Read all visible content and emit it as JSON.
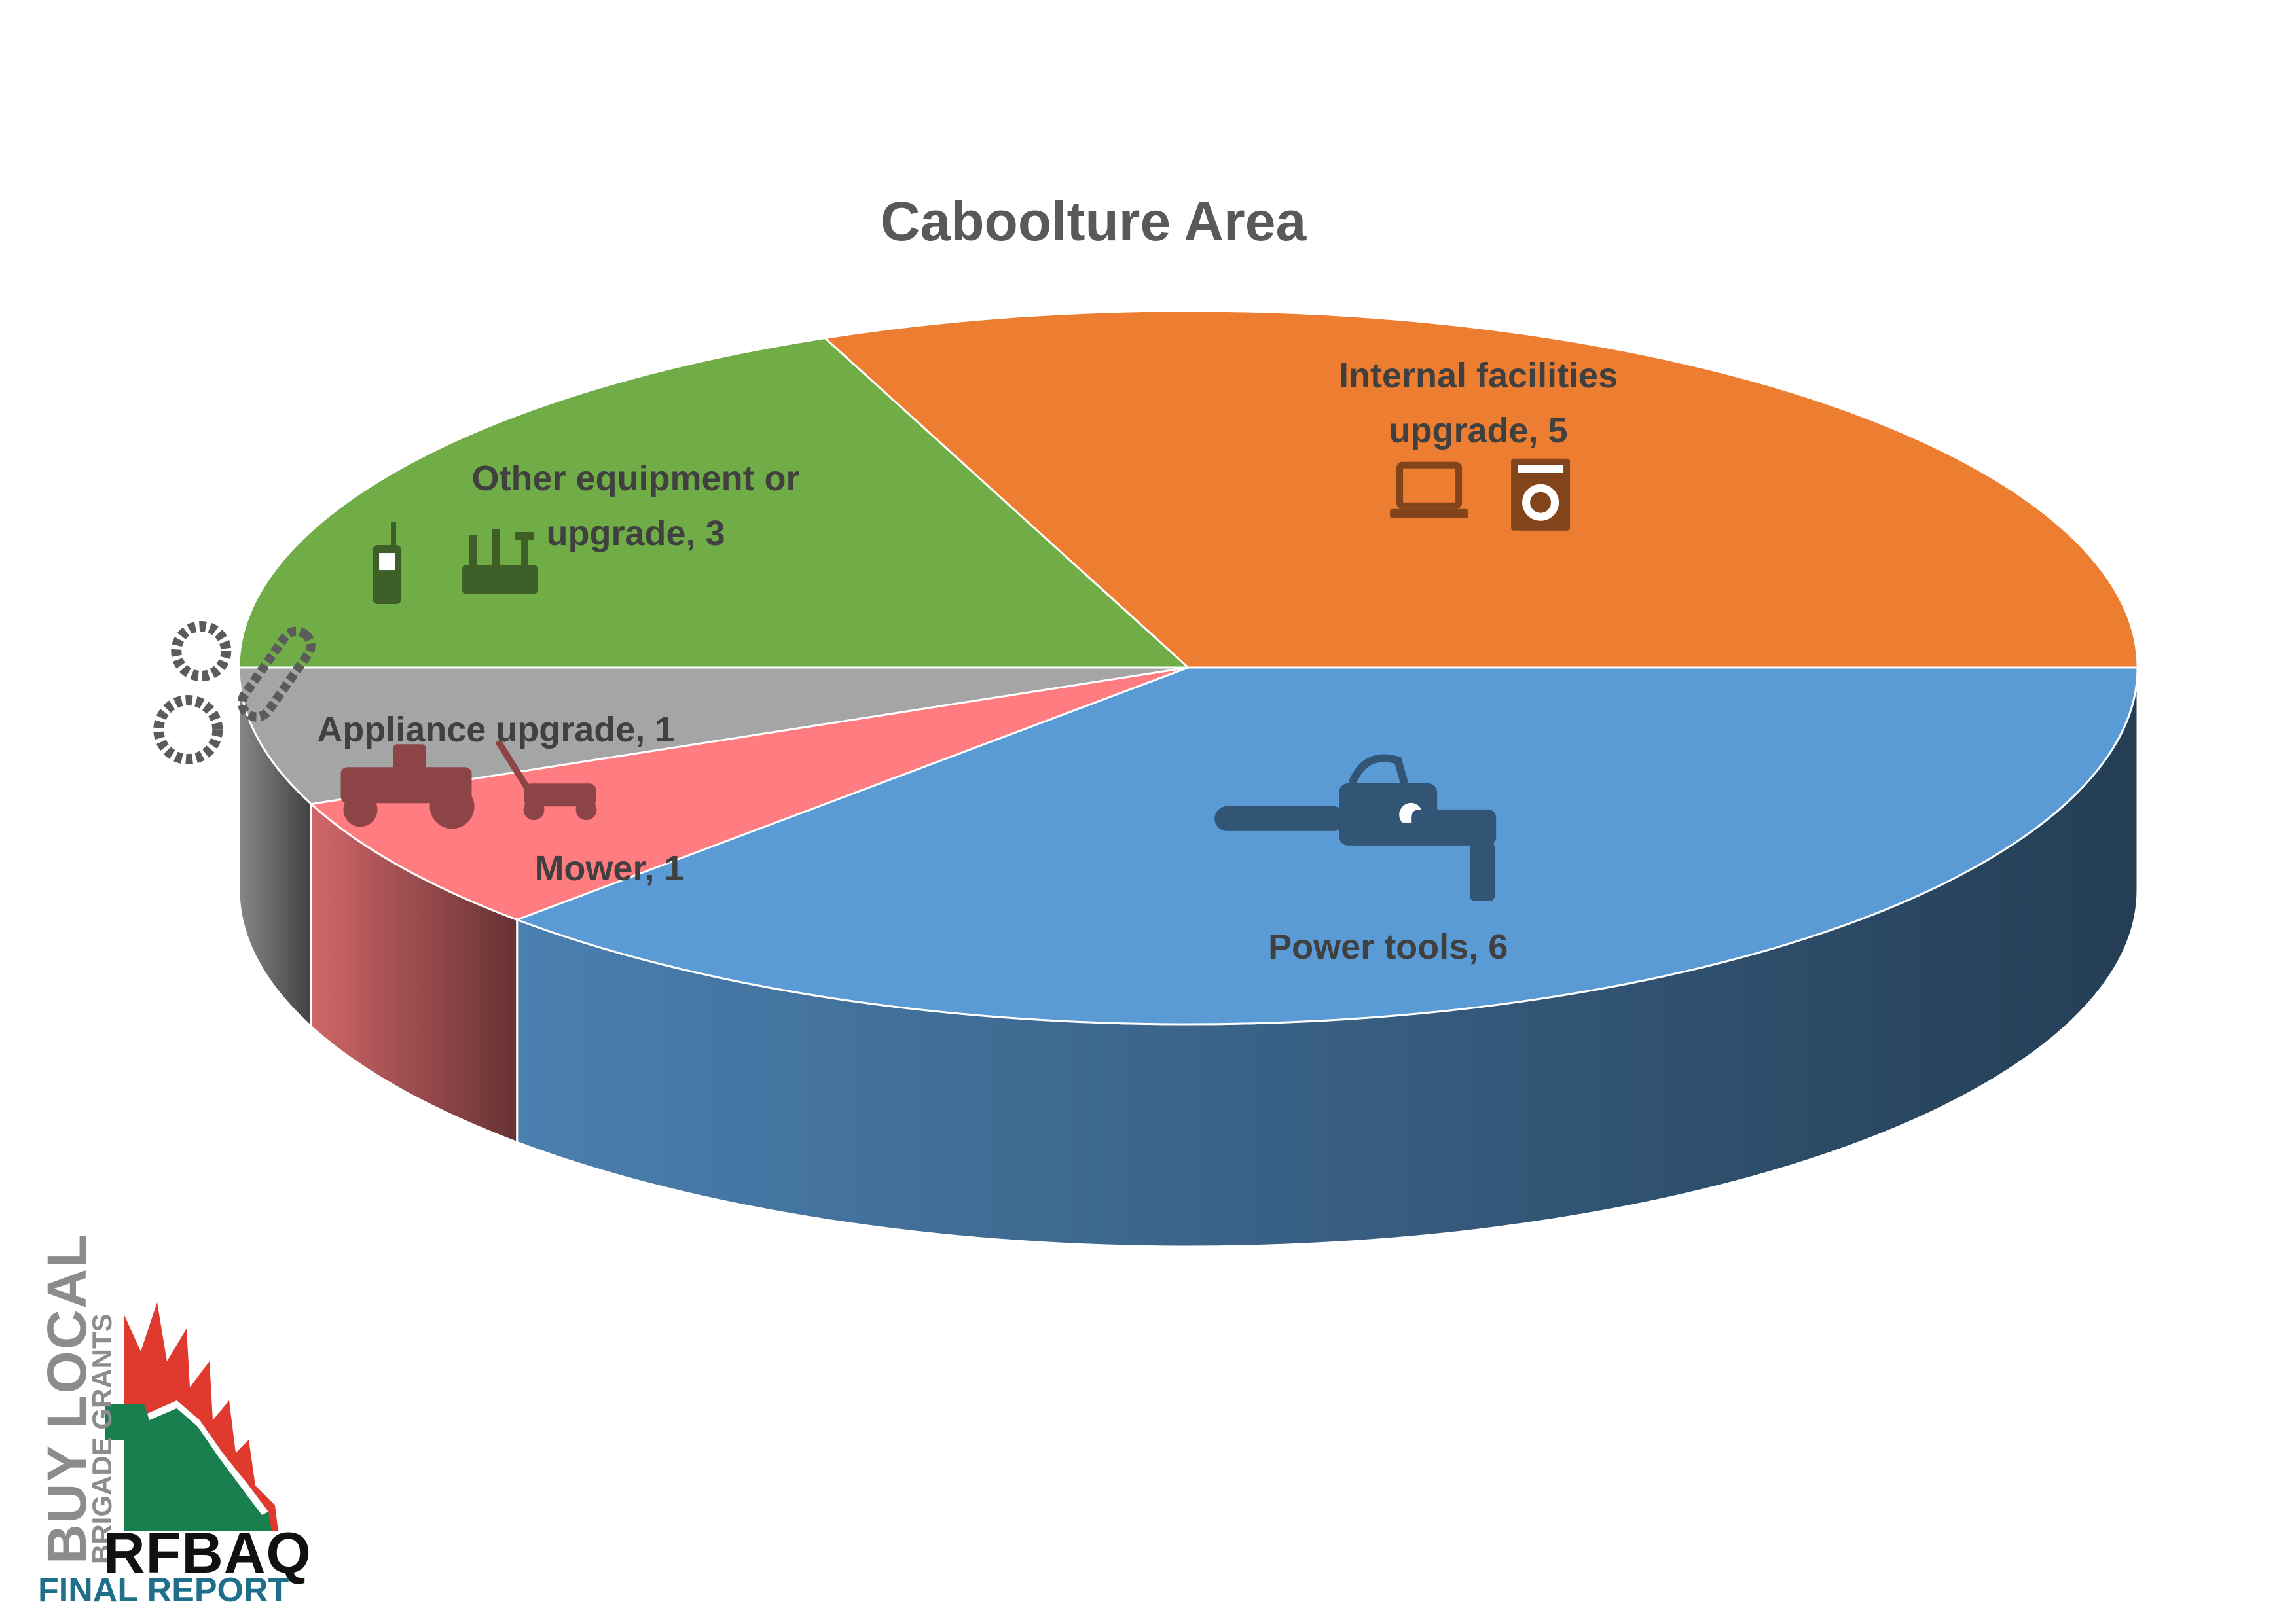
{
  "chart_data": {
    "type": "pie",
    "title": "Caboolture Area",
    "three_d": true,
    "slices": [
      {
        "label": "Power tools",
        "value": 6,
        "color": "#5B9BD5",
        "label_text": "Power tools, 6",
        "icons": [
          "chainsaw-icon",
          "drill-icon"
        ]
      },
      {
        "label": "Mower",
        "value": 1,
        "color": "#FF7C80",
        "label_text": "Mower, 1",
        "icons": [
          "ride-on-mower-icon",
          "push-mower-icon"
        ]
      },
      {
        "label": "Appliance upgrade",
        "value": 1,
        "color": "#A5A5A5",
        "label_text": "Appliance upgrade, 1",
        "icons": [
          "tyre-icon",
          "gear-icon",
          "track-icon"
        ]
      },
      {
        "label": "Other equipment or upgrade",
        "value": 3,
        "color": "#70AD47",
        "label_text": "Other equipment or\nupgrade, 3",
        "icons": [
          "radio-icon",
          "toolbox-icon"
        ]
      },
      {
        "label": "Internal facilities upgrade",
        "value": 5,
        "color": "#ED7D31",
        "label_text": "Internal facilities\nupgrade, 5",
        "icons": [
          "laptop-icon",
          "washing-machine-icon"
        ]
      }
    ]
  },
  "logo": {
    "line1": "BUY LOCAL",
    "line2": "BRIGADE GRANTS",
    "brand": "RFBAQ",
    "subtitle": "FINAL REPORT"
  }
}
